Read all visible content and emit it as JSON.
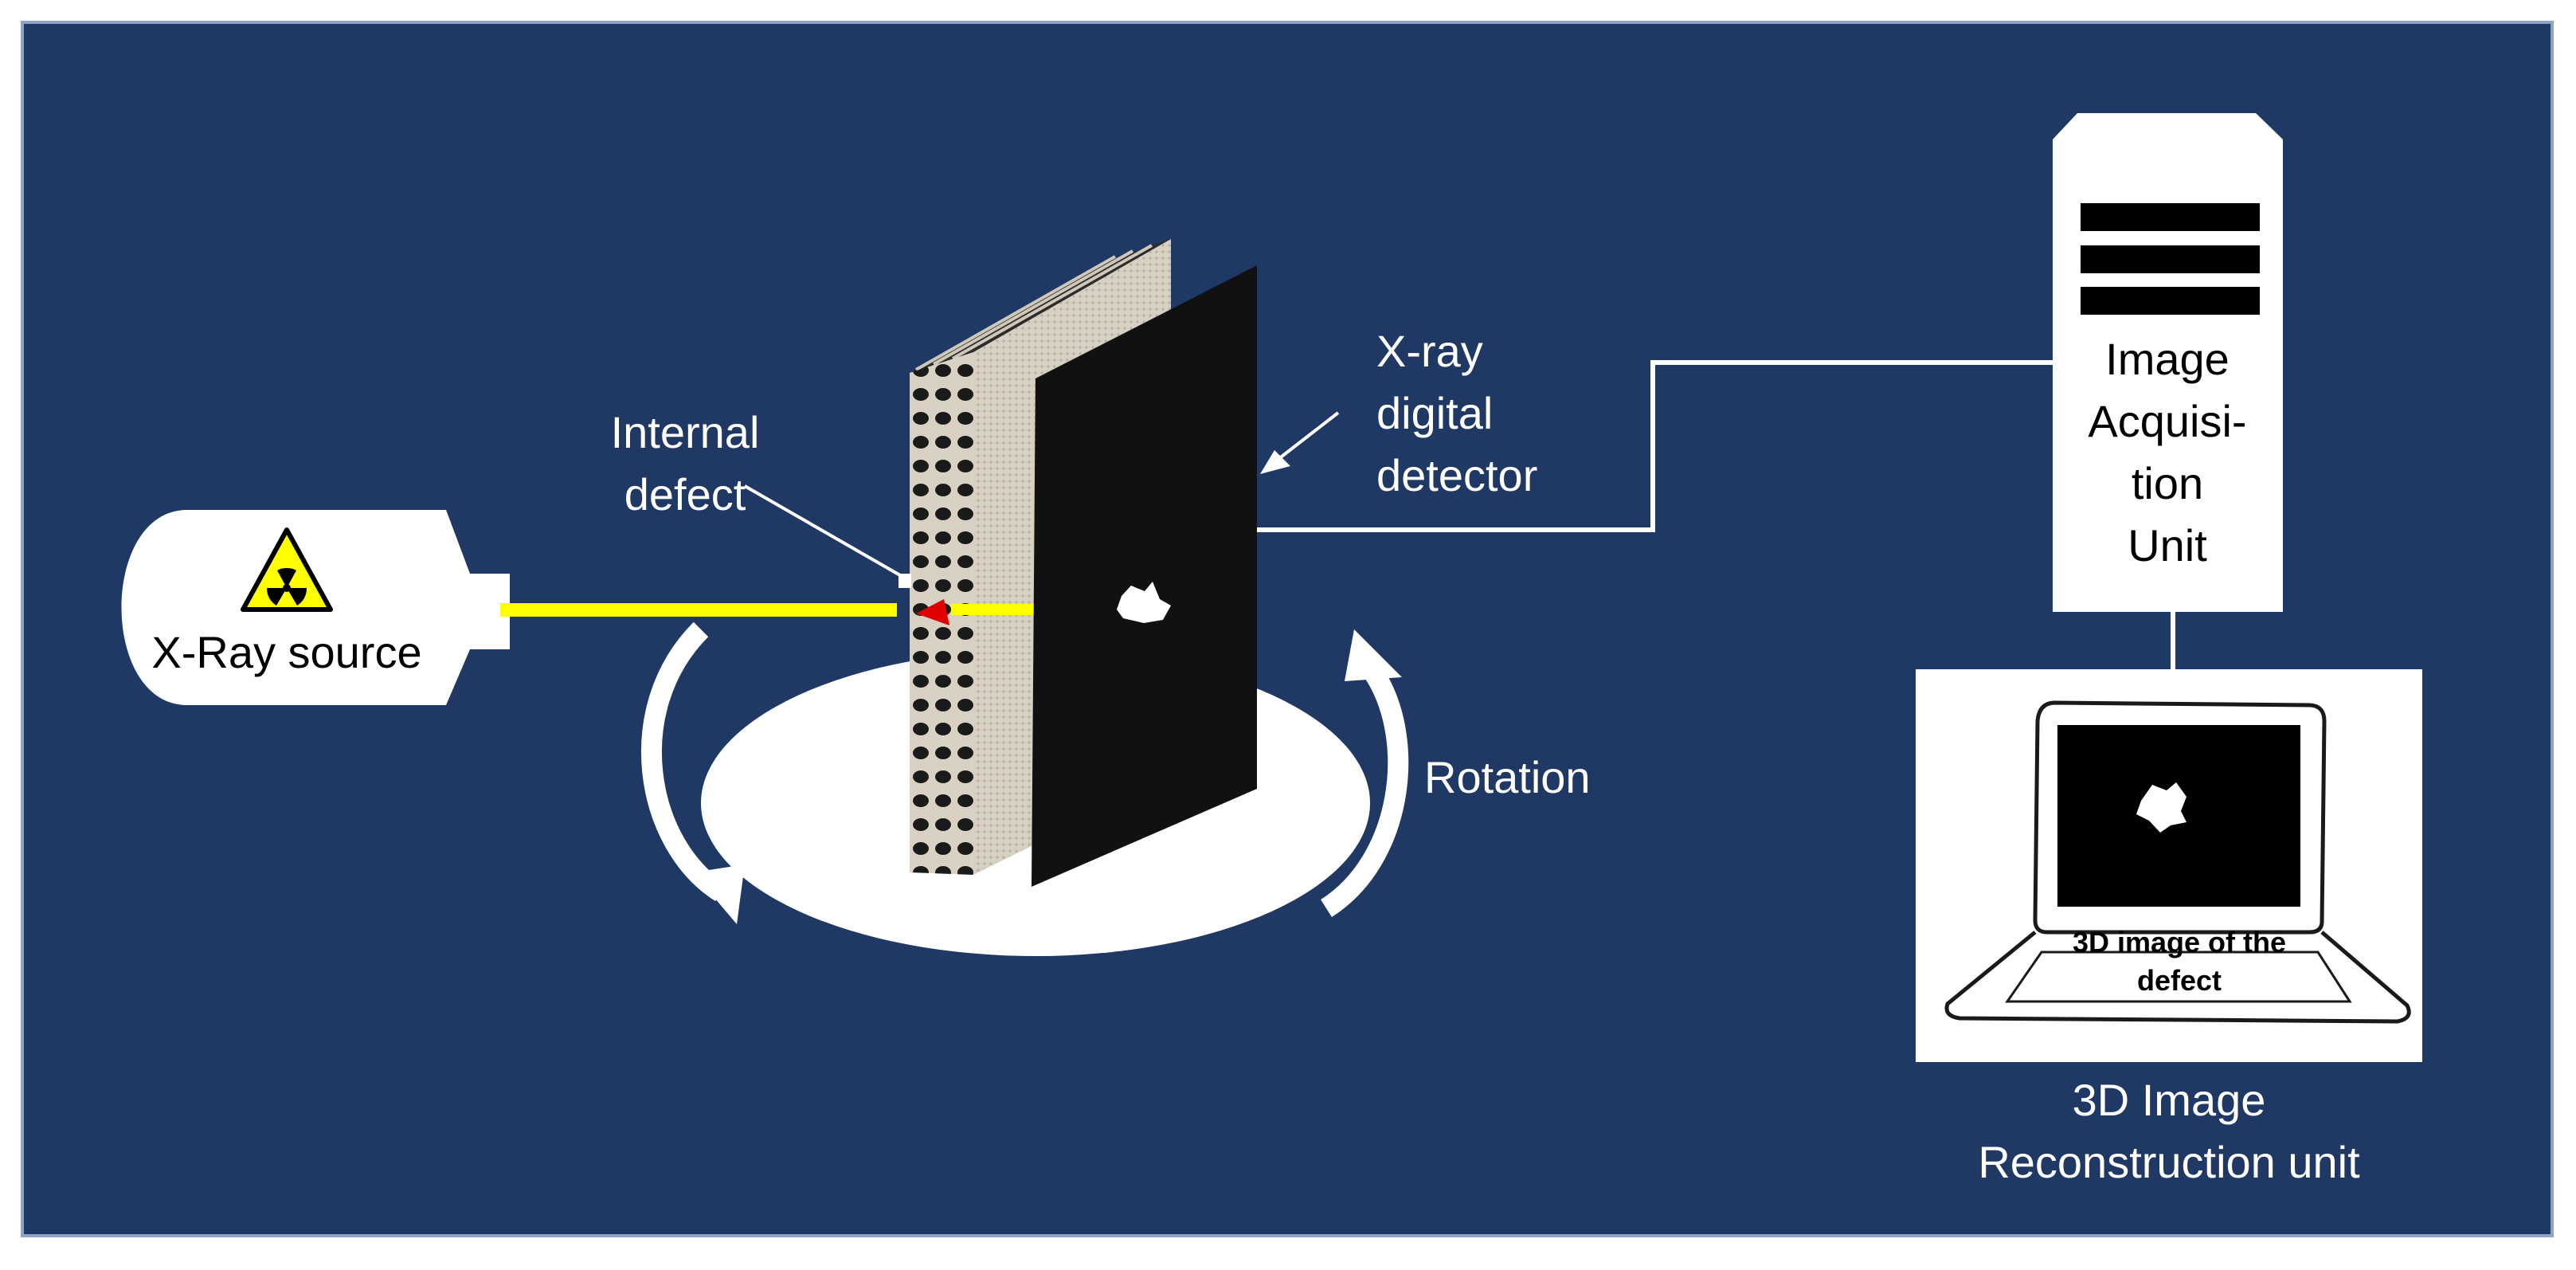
{
  "labels": {
    "source": "X-Ray source",
    "defect_line1": "Internal",
    "defect_line2": "defect",
    "detector_line1": "X-ray",
    "detector_line2": "digital",
    "detector_line3": "detector",
    "rotation": "Rotation",
    "acq_line1": "Image",
    "acq_line2": "Acquisi-",
    "acq_line3": "tion",
    "acq_line4": "Unit",
    "screen_line1": "3D image of the",
    "screen_line2": "defect",
    "recon_line1": "3D Image",
    "recon_line2": "Reconstruction unit"
  },
  "colors": {
    "background": "#1f3864",
    "beam": "#ffff00",
    "defect": "#e00000",
    "panel": "#d6cfc2",
    "detector": "#111111",
    "white": "#ffffff"
  },
  "icons": {
    "source": "radiation-hazard-icon"
  }
}
